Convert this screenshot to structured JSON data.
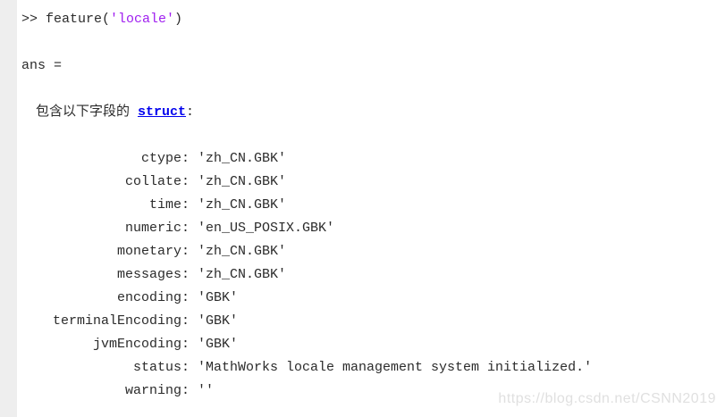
{
  "console": {
    "command": {
      "prefix": ">> feature(",
      "string_arg": "'locale'",
      "suffix": ")"
    },
    "ans_label": "ans =",
    "struct_header": {
      "prefix": "包含以下字段的 ",
      "link_text": "struct",
      "suffix": ":"
    },
    "fields": [
      {
        "label": "ctype:",
        "value": "'zh_CN.GBK'"
      },
      {
        "label": "collate:",
        "value": "'zh_CN.GBK'"
      },
      {
        "label": "time:",
        "value": "'zh_CN.GBK'"
      },
      {
        "label": "numeric:",
        "value": "'en_US_POSIX.GBK'"
      },
      {
        "label": "monetary:",
        "value": "'zh_CN.GBK'"
      },
      {
        "label": "messages:",
        "value": "'zh_CN.GBK'"
      },
      {
        "label": "encoding:",
        "value": "'GBK'"
      },
      {
        "label": "terminalEncoding:",
        "value": "'GBK'"
      },
      {
        "label": "jvmEncoding:",
        "value": "'GBK'"
      },
      {
        "label": "status:",
        "value": "'MathWorks locale management system initialized.'"
      },
      {
        "label": "warning:",
        "value": "''"
      }
    ]
  },
  "watermark": "https://blog.csdn.net/CSNN2019",
  "colors": {
    "text": "#2b2b2b",
    "string_literal": "#a020f0",
    "hyperlink": "#0000ee",
    "watermark": "#e0e0e0",
    "left_strip": "#eeeeee",
    "background": "#ffffff"
  }
}
